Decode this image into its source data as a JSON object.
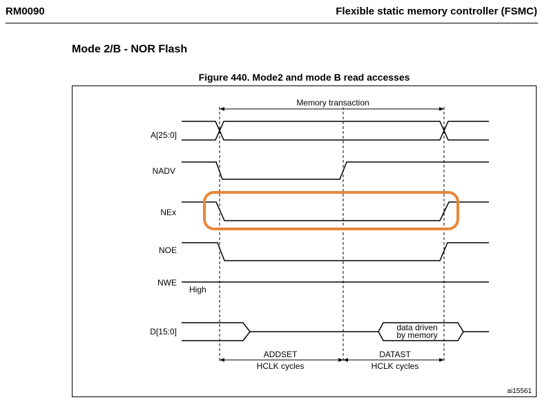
{
  "header": {
    "doc_id": "RM0090",
    "doc_title": "Flexible static memory controller (FSMC)"
  },
  "section_title": "Mode 2/B - NOR Flash",
  "figure": {
    "caption": "Figure 440. Mode2 and mode B read accesses",
    "transaction_label": "Memory transaction",
    "signals": {
      "addr": "A[25:0]",
      "nadv": "NADV",
      "nex": "NEx",
      "noe": "NOE",
      "nwe": "NWE",
      "nwe_state": "High",
      "data": "D[15:0]"
    },
    "data_label_line1": "data driven",
    "data_label_line2": "by memory",
    "addset_line1": "ADDSET",
    "addset_line2": "HCLK cycles",
    "datast_line1": "DATAST",
    "datast_line2": "HCLK cycles",
    "figure_id": "ai15561",
    "highlight_color": "#E8873A"
  }
}
